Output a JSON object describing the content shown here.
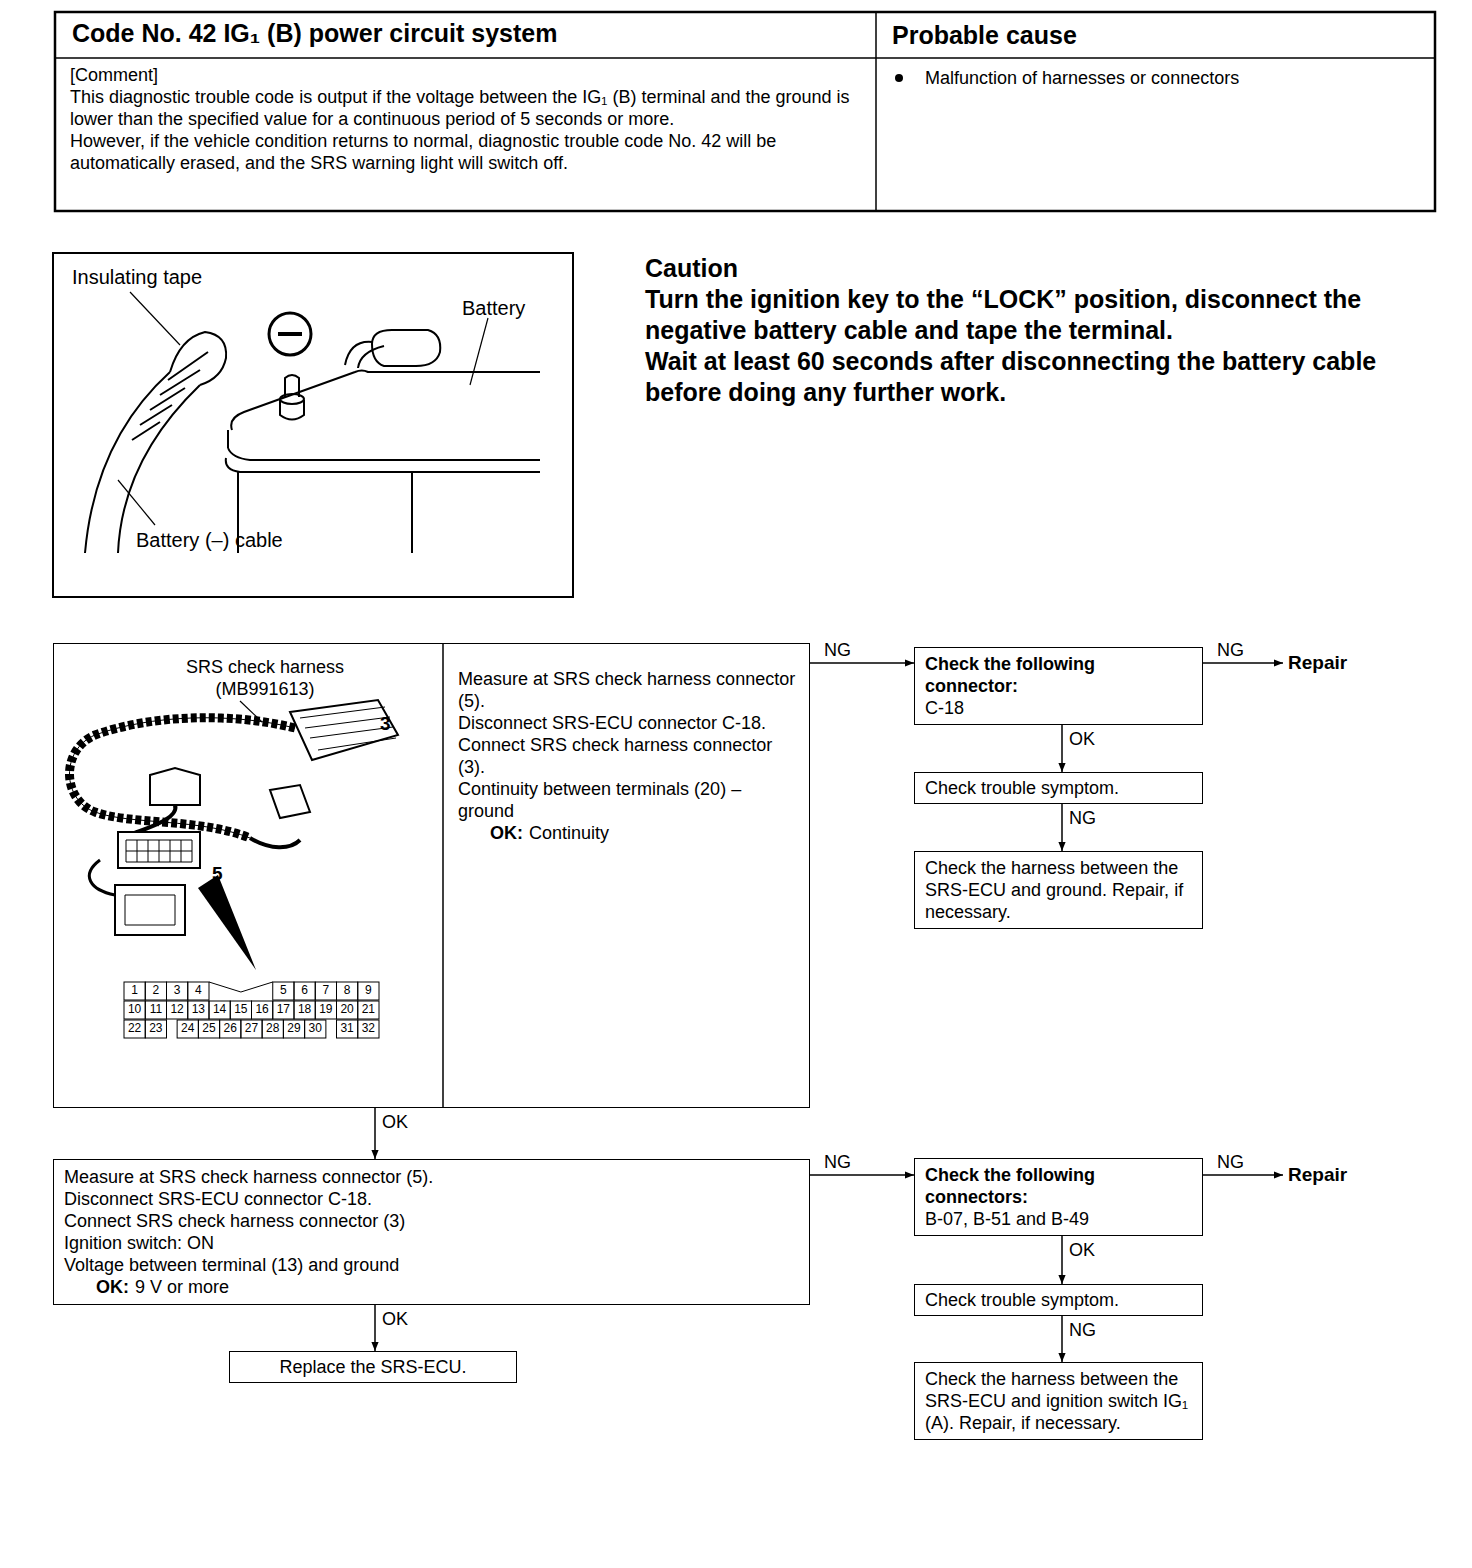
{
  "diagram": {
    "nodes": [
      {
        "text": [
          "Measure at SRS check harness connector (5).",
          "Disconnect SRS-ECU connector C-18.",
          "Connect SRS check harness connector (3).",
          "Continuity between terminals (20) – ground",
          "OK:",
          "Continuity"
        ]
      },
      {
        "text": [
          "Check the following connector:",
          "C-18"
        ]
      },
      {
        "text": [
          "Repair"
        ]
      },
      {
        "text": [
          "Check trouble symptom."
        ]
      },
      {
        "text": [
          "Check the harness between the SRS-ECU and ground. Repair, if necessary."
        ]
      },
      {
        "text": [
          "Measure at SRS check harness connector (5).",
          "Disconnect SRS-ECU connector C-18.",
          "Connect SRS check harness connector (3)",
          "Ignition switch: ON",
          "Voltage between terminal (13) and ground",
          "OK:",
          "9 V or more"
        ]
      },
      {
        "text": [
          "Check the following connectors:",
          "B-07, B-51 and B-49"
        ]
      },
      {
        "text": [
          "Repair"
        ]
      },
      {
        "text": [
          "Check trouble symptom."
        ]
      },
      {
        "text": [
          "Check the harness between the SRS-ECU and ignition switch IG₁ (A). Repair, if necessary."
        ]
      },
      {
        "text": [
          "Replace the SRS-ECU."
        ]
      }
    ],
    "edges": [
      {
        "from": 0,
        "to": 1,
        "arrow": "to",
        "label": "NG"
      },
      {
        "from": 1,
        "to": 2,
        "arrow": "to",
        "label": "NG"
      },
      {
        "from": 1,
        "to": 3,
        "arrow": "to",
        "label": "OK"
      },
      {
        "from": 3,
        "to": 4,
        "arrow": "to",
        "label": "NG"
      },
      {
        "from": 0,
        "to": 5,
        "arrow": "to",
        "label": "OK"
      },
      {
        "from": 5,
        "to": 6,
        "arrow": "to",
        "label": "NG"
      },
      {
        "from": 6,
        "to": 7,
        "arrow": "to",
        "label": "NG"
      },
      {
        "from": 6,
        "to": 8,
        "arrow": "to",
        "label": "OK"
      },
      {
        "from": 8,
        "to": 9,
        "arrow": "to",
        "label": "NG"
      },
      {
        "from": 5,
        "to": 10,
        "arrow": "to",
        "label": "OK"
      }
    ],
    "labels": [
      "Code No. 42 IG₁ (B) power circuit system",
      "Probable cause",
      "[Comment]",
      "This diagnostic trouble code is output if the voltage between the IG₁ (B) terminal and the ground is lower than the specified value for a continuous period of 5 seconds or more.",
      "However, if the vehicle condition returns to normal, diagnostic trouble code No. 42 will be automatically erased, and the SRS warning light will switch off.",
      "Malfunction of harnesses or connectors",
      "Insulating tape",
      "Battery",
      "Battery (–) cable",
      "Caution",
      "Turn the ignition key to the “LOCK” position, disconnect the negative battery cable and tape the terminal.",
      "Wait at least 60 seconds after disconnecting the battery cable before doing any further work.",
      "SRS check harness (MB991613)",
      "3",
      "5",
      "1",
      "2",
      "3",
      "4",
      "5",
      "6",
      "7",
      "8",
      "9",
      "10",
      "11",
      "12",
      "13",
      "14",
      "15",
      "16",
      "17",
      "18",
      "19",
      "20",
      "21",
      "22",
      "23",
      "24",
      "25",
      "26",
      "27",
      "28",
      "29",
      "30",
      "31",
      "32"
    ]
  }
}
